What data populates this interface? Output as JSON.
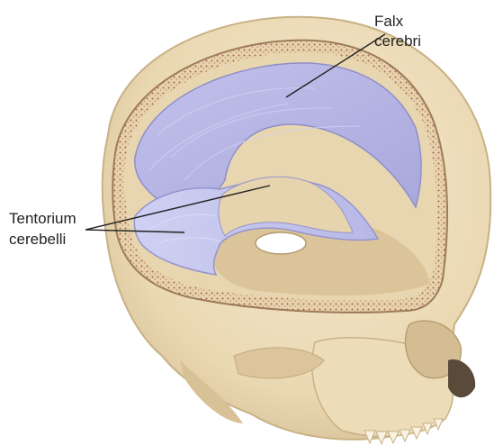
{
  "labels": {
    "falx_cerebri": [
      "Falx",
      "cerebri"
    ],
    "tentorium_cerebelli": [
      "Tentorium",
      "cerebelli"
    ]
  },
  "colors": {
    "bone": "#efdfbd",
    "bone_shadow": "#d8c39a",
    "diploe": "#b88a6a",
    "dura": "#b9b8e6",
    "dura_light": "#d6d6f2",
    "leader_line": "#222222"
  }
}
